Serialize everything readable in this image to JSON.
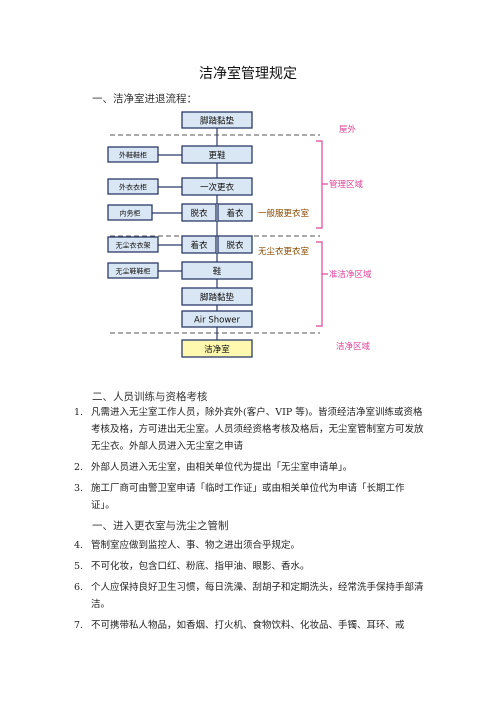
{
  "title": "洁净室管理规定",
  "section1": "一、洁净室进退流程：",
  "flow": {
    "zones": {
      "outdoor": "屋外",
      "managed": "管理区域",
      "quasi_clean": "准洁净区域",
      "clean": "洁净区域"
    },
    "rooms": {
      "general_changing": "一般服更衣室",
      "dustfree_changing": "无尘衣更衣室"
    },
    "steps": {
      "sticky_mat_top": "脚踏黏垫",
      "change_shoes": "更鞋",
      "first_change": "一次更衣",
      "undress_1": "脱衣",
      "dress_1": "着衣",
      "dress_2": "着衣",
      "undress_2": "脱衣",
      "shoes": "鞋",
      "sticky_mat_bottom": "脚踏黏垫",
      "air_shower": "Air Shower",
      "clean_room": "洁净室"
    },
    "side": {
      "shoe_cabinet": "外鞋鞋柜",
      "coat_cabinet": "外衣衣柜",
      "inner_cabinet": "内务柜",
      "dustfree_rack": "无尘衣衣架",
      "dustfree_shoe_cabinet": "无尘鞋鞋柜"
    }
  },
  "section2": "二、人员训练与资格考核",
  "list1": [
    {
      "num": "1.",
      "text": "凡需进入无尘室工作人员，除外宾外(客户、VIP 等)。皆须经洁净室训练或资格考核及格，方可进出无尘室。人员须经资格考核及格后，无尘室管制室方可发放无尘衣。外部人员进入无尘室之申请"
    },
    {
      "num": "2.",
      "text": "外部人员进入无尘室，由相关单位代为提出「无尘室申请单」。"
    },
    {
      "num": "3.",
      "text": "施工厂商可由警卫室申请「临时工作证」或由相关单位代为申请「长期工作证」。"
    }
  ],
  "section3": "一、进入更衣室与洗尘之管制",
  "list2": [
    {
      "num": "4.",
      "text": "管制室应做到监控人、事、物之进出须合乎规定。"
    },
    {
      "num": "5.",
      "text": "不可化妆，包含口红、粉底、指甲油、眼影、香水。"
    },
    {
      "num": "6.",
      "text": "个人应保持良好卫生习惯，每日洗澡、刮胡子和定期洗头，经常洗手保持手部清洁。"
    },
    {
      "num": "7.",
      "text": "不可携带私人物品，如香烟、打火机、食物饮料、化妆品、手镯、耳环、戒"
    }
  ]
}
